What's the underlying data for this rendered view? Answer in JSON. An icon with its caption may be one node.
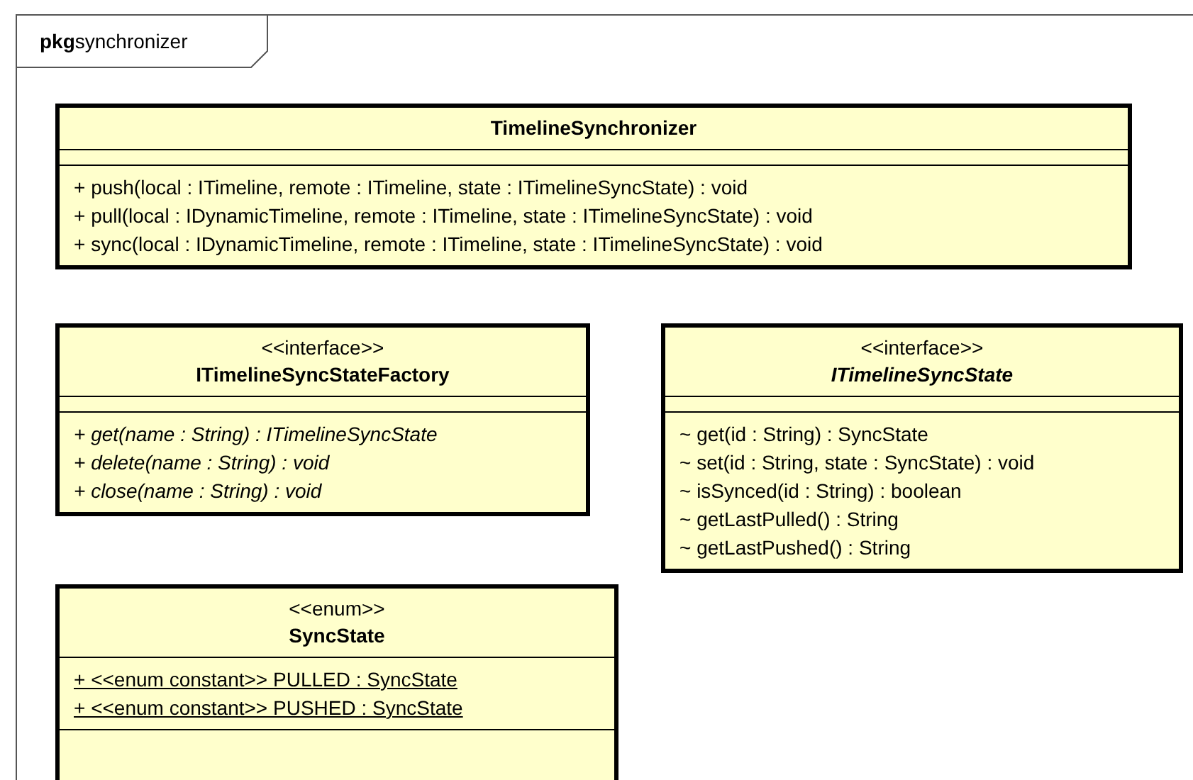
{
  "diagram": {
    "nodes": [
      {
        "text": [
          "**pkg**synchronizer"
        ]
      },
      {
        "text": [
          "TimelineSynchronizer",
          "+ push(local : ITimeline, remote : ITimeline, state : ITimelineSyncState) : void",
          "+ pull(local : IDynamicTimeline, remote : ITimeline, state : ITimelineSyncState) : void",
          "+ sync(local : IDynamicTimeline, remote : ITimeline, state : ITimelineSyncState) : void"
        ],
        "in": 0
      },
      {
        "text": [
          "<<interface>>",
          "ITimelineSyncStateFactory",
          "+ get(name : String) : ITimelineSyncState",
          "+ delete(name : String) : void",
          "+ close(name : String) : void"
        ],
        "in": 0
      },
      {
        "text": [
          "<<interface>>",
          "ITimelineSyncState",
          "~ get(id : String) : SyncState",
          "~ set(id : String, state : SyncState) : void",
          "~ isSynced(id : String) : boolean",
          "~ getLastPulled() : String",
          "~ getLastPushed() : String"
        ],
        "in": 0
      },
      {
        "text": [
          "<<enum>>",
          "SyncState",
          "+ <<enum constant>> PULLED : SyncState",
          "+ <<enum constant>> PUSHED : SyncState"
        ],
        "in": 0
      }
    ]
  }
}
